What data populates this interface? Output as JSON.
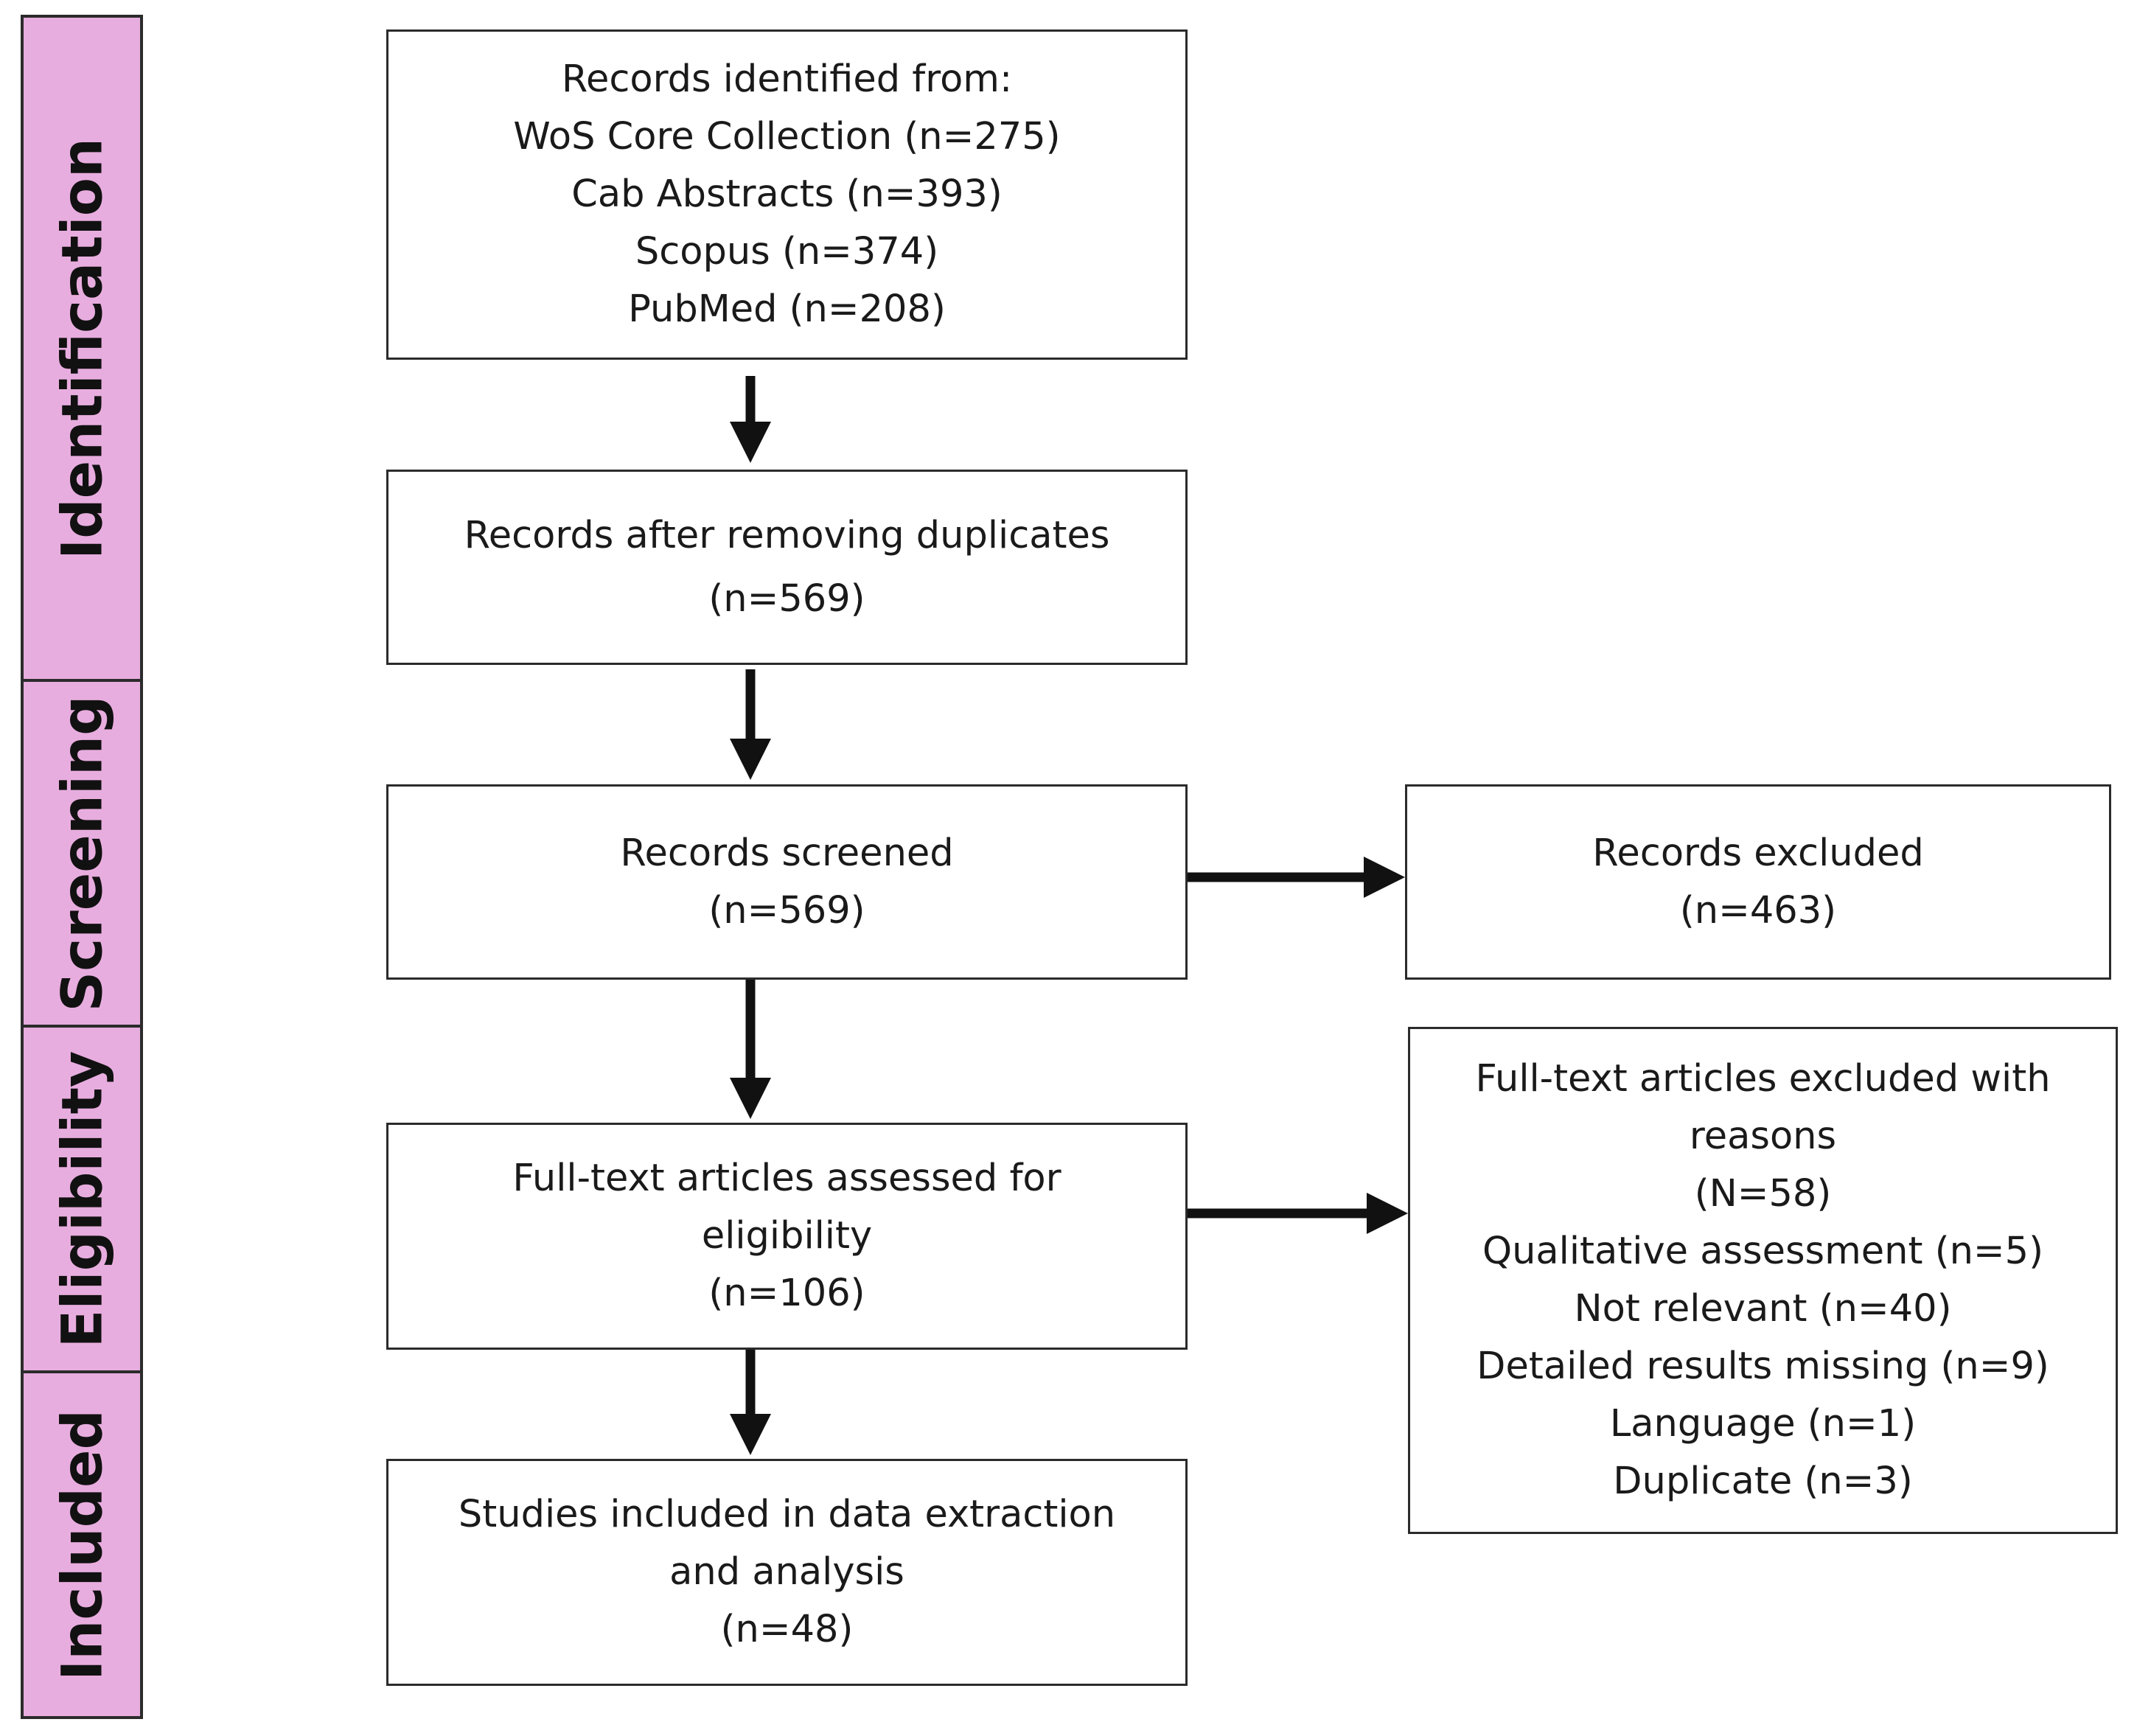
{
  "phases": [
    {
      "label": "Identification"
    },
    {
      "label": "Screening"
    },
    {
      "label": "Eligibility"
    },
    {
      "label": "Included"
    }
  ],
  "boxes": {
    "identified": {
      "title": "Records identified from:",
      "lines": [
        "WoS Core Collection (n=275)",
        "Cab Abstracts (n=393)",
        "Scopus (n=374)",
        "PubMed (n=208)"
      ]
    },
    "deduplicated": {
      "lines": [
        "Records after removing duplicates",
        "(n=569)"
      ]
    },
    "screened": {
      "lines": [
        "Records screened",
        "(n=569)"
      ]
    },
    "excluded": {
      "lines": [
        "Records excluded",
        "(n=463)"
      ]
    },
    "fulltext": {
      "lines": [
        "Full-text articles assessed for",
        "eligibility",
        "(n=106)"
      ]
    },
    "fulltext_excluded": {
      "lines": [
        "Full-text articles excluded with",
        "reasons",
        "(N=58)"
      ],
      "reasons": [
        "Qualitative assessment (n=5)",
        "Not relevant (n=40)",
        "Detailed results missing (n=9)",
        "Language (n=1)",
        "Duplicate (n=3)"
      ]
    },
    "included": {
      "lines": [
        "Studies included in data extraction",
        "and analysis",
        "(n=48)"
      ]
    }
  },
  "colors": {
    "phase_fill": "#e8addf",
    "border": "#2b2b2b",
    "arrow": "#111111"
  }
}
